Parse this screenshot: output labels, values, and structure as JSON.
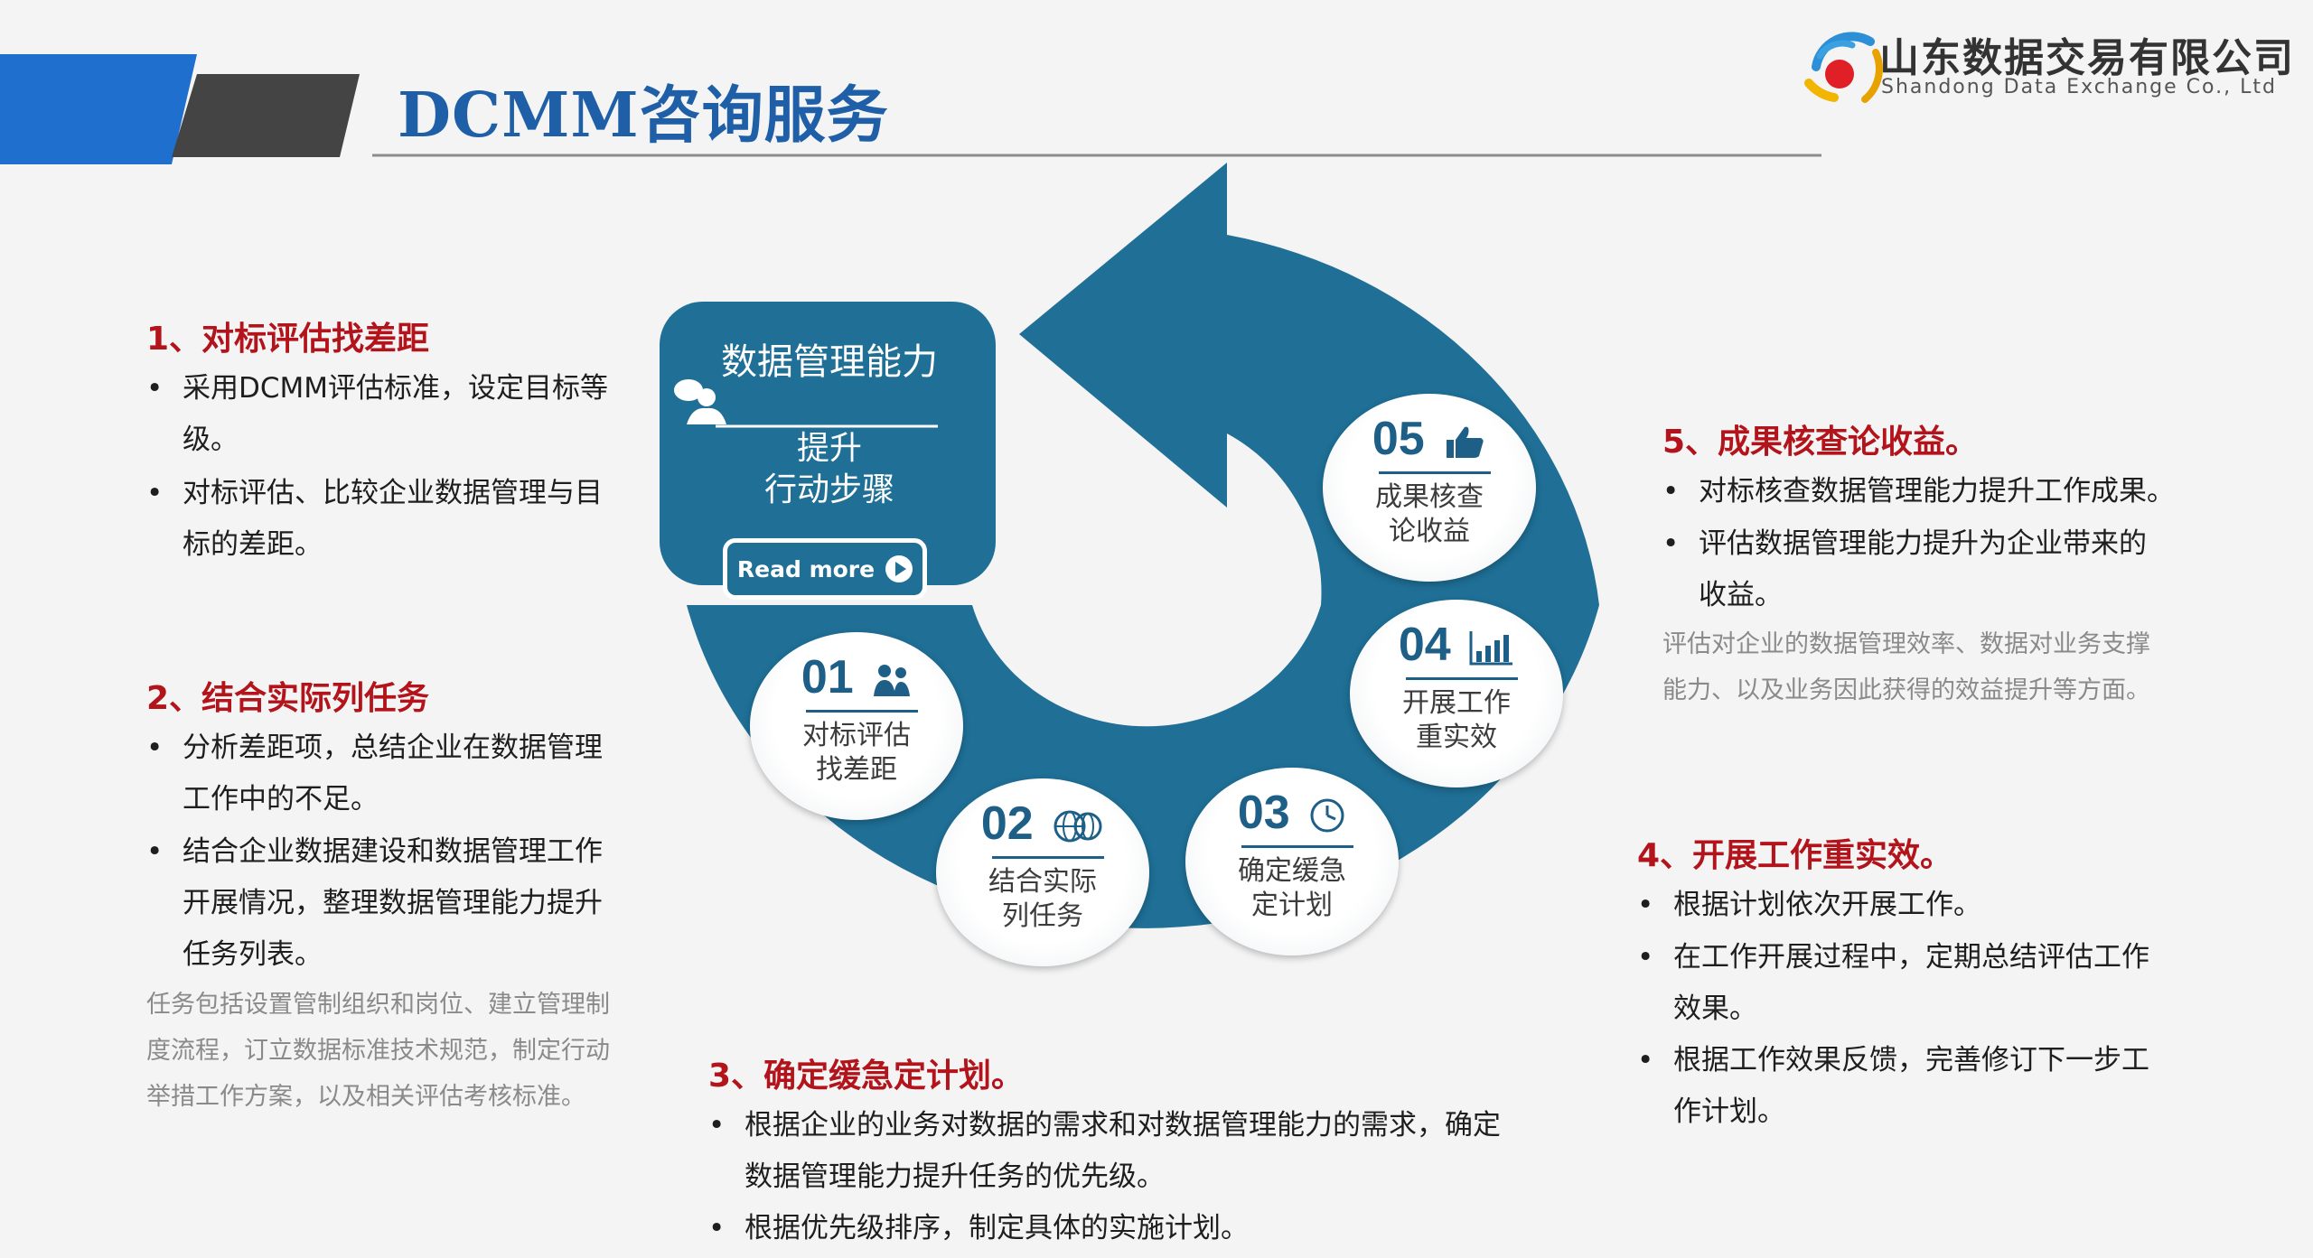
{
  "header": {
    "title": "DCMM咨询服务",
    "brand_cn": "山东数据交易有限公司",
    "brand_en": "Shandong Data Exchange Co., Ltd",
    "colors": {
      "blue_band": "#1f6fcf",
      "dark_band": "#444444",
      "title": "#1f5fa8"
    }
  },
  "diagram": {
    "panel_title": "数据管理能力",
    "panel_sub_line1": "提升",
    "panel_sub_line2": "行动步骤",
    "read_more": "Read more",
    "colors": {
      "arc": "#1f6f96",
      "accent": "#1e5f87"
    },
    "steps": [
      {
        "num": "01",
        "icon": "users-icon",
        "line1": "对标评估",
        "line2": "找差距"
      },
      {
        "num": "02",
        "icon": "globe-icon",
        "line1": "结合实际",
        "line2": "列任务"
      },
      {
        "num": "03",
        "icon": "clock-icon",
        "line1": "确定缓急",
        "line2": "定计划"
      },
      {
        "num": "04",
        "icon": "bar-chart-icon",
        "line1": "开展工作",
        "line2": "重实效"
      },
      {
        "num": "05",
        "icon": "thumbs-up-icon",
        "line1": "成果核查",
        "line2": "论收益"
      }
    ]
  },
  "sections": {
    "s1": {
      "title": "1、对标评估找差距",
      "bullets": [
        [
          "采用DCMM评估标准，设定目标等",
          "级。"
        ],
        [
          "对标评估、比较企业数据管理与目",
          "标的差距。"
        ]
      ]
    },
    "s2": {
      "title": "2、结合实际列任务",
      "bullets": [
        [
          "分析差距项，总结企业在数据管理",
          "工作中的不足。"
        ],
        [
          "结合企业数据建设和数据管理工作",
          "开展情况，整理数据管理能力提升",
          "任务列表。"
        ]
      ],
      "note": [
        "任务包括设置管制组织和岗位、建立管理制",
        "度流程，订立数据标准技术规范，制定行动",
        "举措工作方案，以及相关评估考核标准。"
      ]
    },
    "s3": {
      "title": "3、确定缓急定计划。",
      "bullets": [
        [
          "根据企业的业务对数据的需求和对数据管理能力的需求，确定",
          "数据管理能力提升任务的优先级。"
        ],
        [
          "根据优先级排序，制定具体的实施计划。"
        ]
      ]
    },
    "s4": {
      "title": "4、开展工作重实效。",
      "bullets": [
        [
          "根据计划依次开展工作。"
        ],
        [
          "在工作开展过程中，定期总结评估工作",
          "效果。"
        ],
        [
          "根据工作效果反馈，完善修订下一步工",
          "作计划。"
        ]
      ]
    },
    "s5": {
      "title": "5、成果核查论收益。",
      "bullets": [
        [
          "对标核查数据管理能力提升工作成果。"
        ],
        [
          "评估数据管理能力提升为企业带来的",
          "收益。"
        ]
      ],
      "note": [
        "评估对企业的数据管理效率、数据对业务支撑",
        "能力、以及业务因此获得的效益提升等方面。"
      ]
    },
    "bullet_char": "•"
  }
}
